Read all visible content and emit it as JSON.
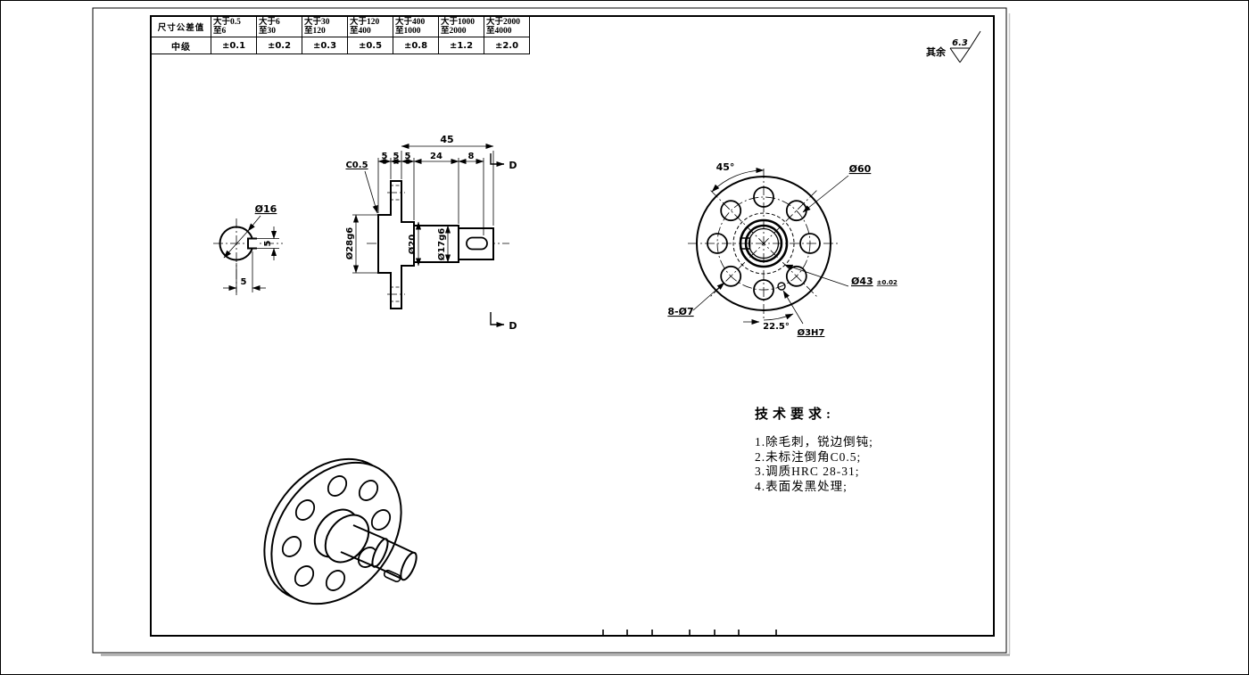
{
  "tolerance_table": {
    "header_label": "尺寸公差值",
    "row_label": "中级",
    "columns": [
      {
        "gt": "大于0.5",
        "to": "至6",
        "tol": "±0.1"
      },
      {
        "gt": "大于6",
        "to": "至30",
        "tol": "±0.2"
      },
      {
        "gt": "大于30",
        "to": "至120",
        "tol": "±0.3"
      },
      {
        "gt": "大于120",
        "to": "至400",
        "tol": "±0.5"
      },
      {
        "gt": "大于400",
        "to": "至1000",
        "tol": "±0.8"
      },
      {
        "gt": "大于1000",
        "to": "至2000",
        "tol": "±1.2"
      },
      {
        "gt": "大于2000",
        "to": "至4000",
        "tol": "±2.0"
      }
    ]
  },
  "surface_note": {
    "prefix": "其余",
    "roughness": "6.3"
  },
  "left_view": {
    "diameter": "Ø16",
    "key_width": "5",
    "key_offset": "5"
  },
  "section_view": {
    "total_length": "45",
    "seg1": "5",
    "seg2": "5",
    "seg3": "5",
    "seg4": "24",
    "seg5": "8",
    "chamfer": "C0.5",
    "dia_boss": "Ø28g6",
    "dia_step": "Ø20",
    "dia_shaft": "Ø17g6",
    "section_label_top": "D",
    "section_label_bottom": "D"
  },
  "right_view": {
    "angle_holes": "45°",
    "bolt_circle_dia": "Ø60",
    "holes_note": "8-Ø7",
    "angle_pin": "22.5°",
    "pin_hole_dia": "Ø3H7",
    "ring_dia": "Ø43",
    "ring_tol": "±0.02"
  },
  "tech_requirements": {
    "title": "技术要求:",
    "items": [
      "1.除毛刺，锐边倒钝;",
      "2.未标注倒角C0.5;",
      "3.调质HRC 28-31;",
      "4.表面发黑处理;"
    ]
  }
}
